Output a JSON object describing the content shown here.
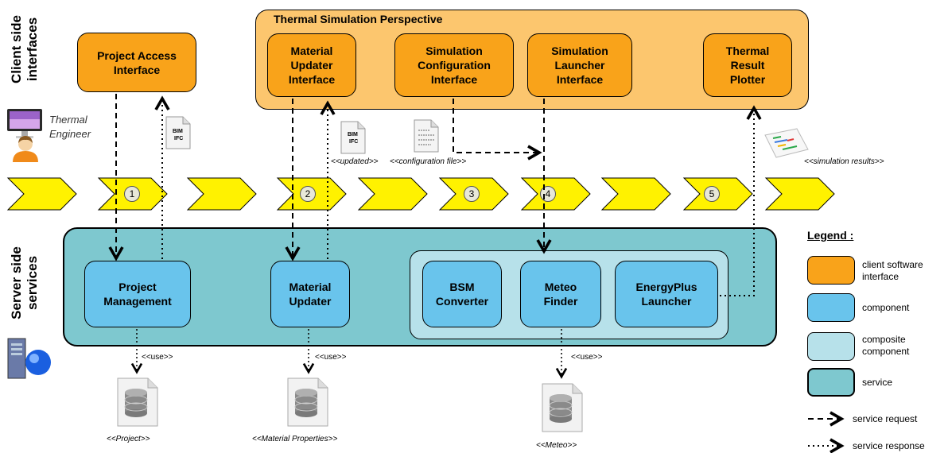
{
  "labels": {
    "client_side": "Client side\ninterfaces",
    "server_side": "Server side\nservices",
    "thermal_engineer": "Thermal\nEngineer",
    "perspective_title": "Thermal Simulation Perspective"
  },
  "interfaces": {
    "project_access": "Project Access\nInterface",
    "material_updater": "Material\nUpdater\nInterface",
    "simulation_configuration": "Simulation\nConfiguration\nInterface",
    "simulation_launcher": "Simulation\nLauncher\nInterface",
    "thermal_result_plotter": "Thermal\nResult\nPlotter"
  },
  "components": {
    "project_management": "Project\nManagement",
    "material_updater": "Material\nUpdater",
    "bsm_converter": "BSM\nConverter",
    "meteo_finder": "Meteo\nFinder",
    "energyplus_launcher": "EnergyPlus\nLauncher"
  },
  "steps": [
    "1",
    "2",
    "3",
    "4",
    "5"
  ],
  "doc_labels": {
    "bim": "BIM",
    "ifc": "IFC",
    "updated": "<<updated>>",
    "configuration_file": "<<configuration file>>",
    "simulation_results": "<<simulation results>>"
  },
  "use_label": "<<use>>",
  "databases": {
    "project": "<<Project>>",
    "material_properties": "<<Material Properties>>",
    "meteo": "<<Meteo>>"
  },
  "legend": {
    "title": "Legend :",
    "client_software_interface": "client software\ninterface",
    "component": "component",
    "composite_component": "composite\ncomponent",
    "service": "service",
    "service_request": "service request",
    "service_response": "service response"
  },
  "colors": {
    "interface": "#f9a31a",
    "perspective_bg": "#fcc66e",
    "component": "#69c4ec",
    "composite": "#b7e1ea",
    "service": "#7ec8cf",
    "chevron": "#fff200"
  },
  "icons": [
    "computer-icon",
    "engineer-icon",
    "bim-ifc-document-icon",
    "configuration-file-icon",
    "simulation-results-icon",
    "server-icon",
    "database-icon"
  ]
}
